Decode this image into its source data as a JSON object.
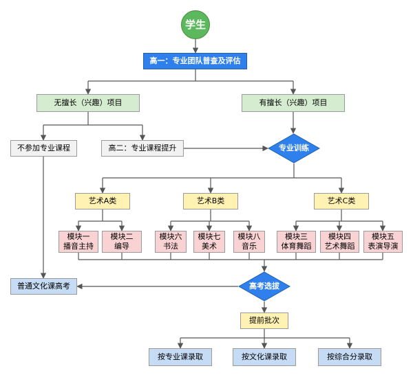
{
  "colors": {
    "start": "#5cb85c",
    "primary": "#2f80ed",
    "green_box": "#d5ecd0",
    "gray_box": "#f2f2f2",
    "yellow_box": "#fff2b3",
    "pink_box": "#f9d3d3",
    "blue_box": "#c6dcf5",
    "line": "#555555"
  },
  "nodes": {
    "student": "学生",
    "survey": "高一：专业团队普查及评估",
    "no_talent": "无擅长（兴趣）项目",
    "has_talent": "有擅长（兴趣）项目",
    "no_course": "不参加专业课程",
    "improve": "高二：专业课程提升",
    "training": "专业训练",
    "art_a": "艺术A类",
    "art_b": "艺术B类",
    "art_c": "艺术C类",
    "mod1": "模块一\n播音主持",
    "mod2": "模块二\n编导",
    "mod6": "模块六\n书法",
    "mod7": "模块七\n美术",
    "mod8": "模块八\n音乐",
    "mod3": "模块三\n体育舞蹈",
    "mod4": "模块四\n艺术舞蹈",
    "mod5": "模块五\n表演导演",
    "general_exam": "普通文化课高考",
    "exam_select": "高考选拔",
    "early_batch": "提前批次",
    "admit_major": "按专业课录取",
    "admit_culture": "按文化课录取",
    "admit_total": "按综合分录取"
  }
}
